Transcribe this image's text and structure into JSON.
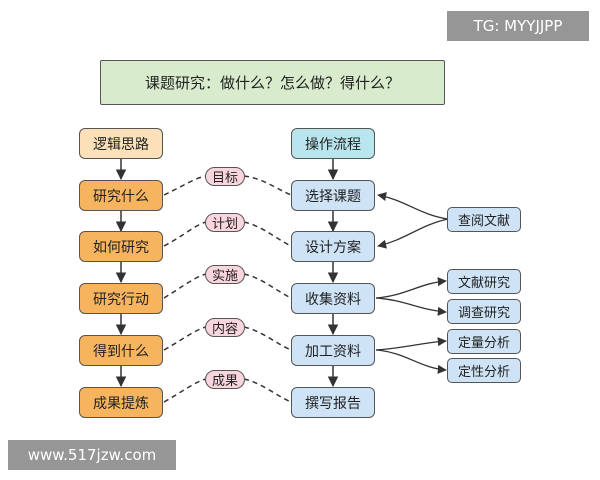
{
  "title": "课题研究：做什么？怎么做？得什么？",
  "left_column": {
    "header": "逻辑思路",
    "steps": [
      "研究什么",
      "如何研究",
      "研究行动",
      "得到什么",
      "成果提炼"
    ]
  },
  "right_column": {
    "header": "操作流程",
    "steps": [
      "选择课题",
      "设计方案",
      "收集资料",
      "加工资料",
      "撰写报告"
    ]
  },
  "links": [
    "目标",
    "计划",
    "实施",
    "内容",
    "成果"
  ],
  "inputs": {
    "literature": "查阅文献",
    "collect_methods": [
      "文献研究",
      "调查研究"
    ],
    "analysis_methods": [
      "定量分析",
      "定性分析"
    ]
  },
  "watermarks": {
    "top_right": "TG: MYYJJPP",
    "bottom_left": "www.517jzw.com"
  },
  "colors": {
    "left_header": "#fbe0b9",
    "left_step": "#f7b45f",
    "right_header": "#b9e6ee",
    "right_step": "#cfe3f6",
    "link_tag": "#f9d5dd",
    "title_box": "#d8eccd"
  }
}
